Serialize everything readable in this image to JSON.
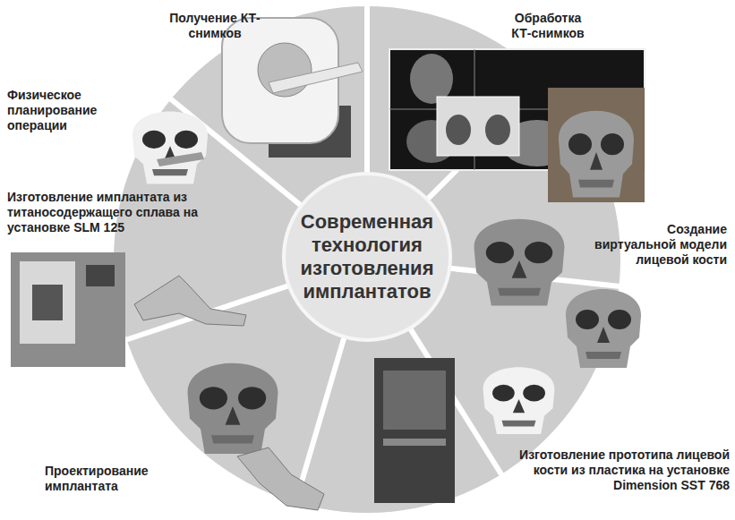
{
  "diagram": {
    "nodes": [
      {
        "text": [
          "Современная технология изготовления имплантатов"
        ]
      }
    ],
    "labels": [
      "Получение КТ-снимков",
      "Обработка КТ-снимков",
      "Физическое планирование операции",
      "Изготовление имплантата из титаносодержащего сплава на установке SLM 125",
      "Создание виртуальной модели лицевой кости",
      "Изготовление прототипа лицевой кости из пластика на установке Dimension SST 768",
      "Проектирование имплантата"
    ]
  }
}
